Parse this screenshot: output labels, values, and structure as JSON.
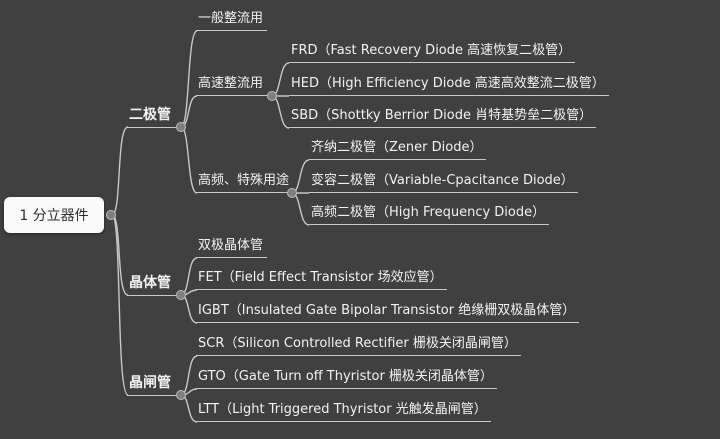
{
  "colors": {
    "background": "#404040",
    "connector_line": "#c8c8c8",
    "node_text": "#f2f2f2",
    "root_background": "#fafafa",
    "root_text": "#2e2e2e"
  },
  "root": {
    "label": "1 分立器件"
  },
  "branches": [
    {
      "label": "二极管",
      "children": [
        {
          "label": "一般整流用",
          "children": []
        },
        {
          "label": "高速整流用",
          "children": [
            {
              "label": "FRD（Fast Recovery Diode 高速恢复二极管）"
            },
            {
              "label": "HED（High Efficiency Diode 高速高效整流二极管）"
            },
            {
              "label": "SBD（Shottky Berrior Diode 肖特基势垒二极管）"
            }
          ]
        },
        {
          "label": "高频、特殊用途",
          "children": [
            {
              "label": "齐纳二极管（Zener Diode）"
            },
            {
              "label": "变容二极管（Variable-Cpacitance Diode）"
            },
            {
              "label": "高频二极管（High Frequency Diode）"
            }
          ]
        }
      ]
    },
    {
      "label": "晶体管",
      "children": [
        {
          "label": "双极晶体管"
        },
        {
          "label": "FET（Field Effect Transistor 场效应管）"
        },
        {
          "label": "IGBT（Insulated Gate Bipolar Transistor 绝缘栅双极晶体管）"
        }
      ]
    },
    {
      "label": "晶闸管",
      "children": [
        {
          "label": "SCR（Silicon Controlled Rectifier 栅极关闭晶闸管）"
        },
        {
          "label": "GTO（Gate Turn off Thyristor 栅极关闭晶体管）"
        },
        {
          "label": "LTT（Light Triggered Thyristor 光触发晶闸管）"
        }
      ]
    }
  ]
}
